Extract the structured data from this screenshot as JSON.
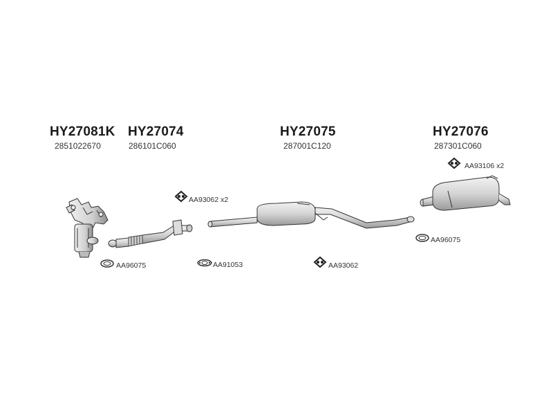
{
  "parts": [
    {
      "code": "HY27081K",
      "oem": "2851022670"
    },
    {
      "code": "HY27074",
      "oem": "286101C060"
    },
    {
      "code": "HY27075",
      "oem": "287001C120"
    },
    {
      "code": "HY27076",
      "oem": "287301C060"
    }
  ],
  "accessories": [
    {
      "label": "AA93106 x2",
      "icon": "hanger-rubber-icon"
    },
    {
      "label": "AA93062 x2",
      "icon": "hanger-rubber-icon"
    },
    {
      "label": "AA96075",
      "icon": "gasket-ring-icon"
    },
    {
      "label": "AA96075",
      "icon": "gasket-ring-icon"
    },
    {
      "label": "AA91053",
      "icon": "gasket-flange-icon"
    },
    {
      "label": "AA93062",
      "icon": "hanger-rubber-icon"
    }
  ]
}
